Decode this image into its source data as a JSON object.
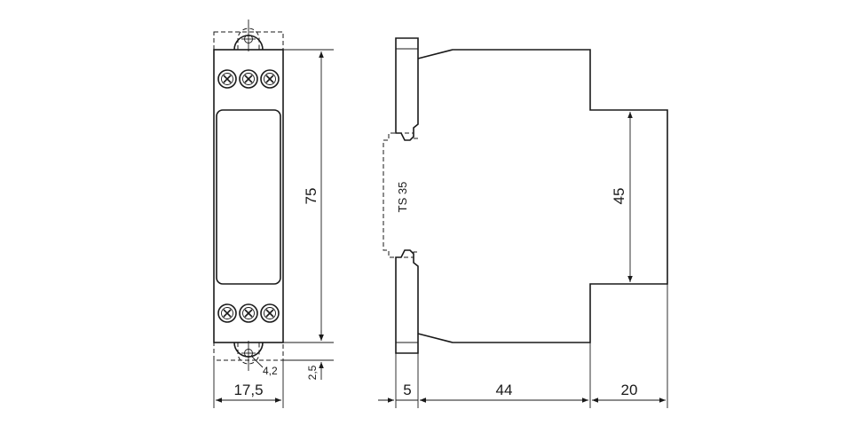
{
  "dimensions": {
    "front_width": "17,5",
    "height": "75",
    "mount_offset": "2,5",
    "hole_diameter": "4,2",
    "rail_depth": "5",
    "body_depth": "44",
    "front_depth": "20",
    "front_height": "45"
  },
  "labels": {
    "rail": "TS 35"
  },
  "colors": {
    "line": "#1a1a1a",
    "background": "#ffffff"
  }
}
